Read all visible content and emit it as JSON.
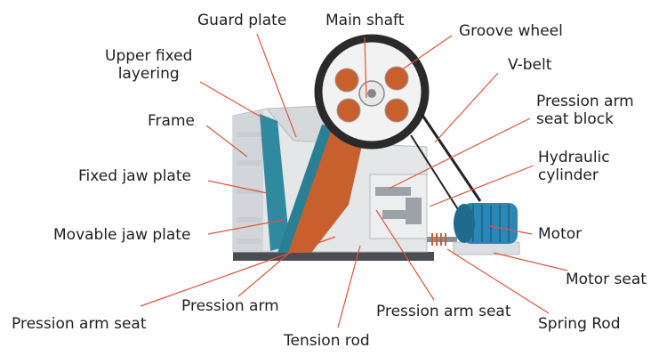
{
  "diagram": {
    "labels": {
      "guard_plate": "Guard plate",
      "main_shaft": "Main shaft",
      "groove_wheel": "Groove wheel",
      "upper_fixed_layering": "Upper fixed\nlayering",
      "v_belt": "V-belt",
      "pression_arm_seat_block": "Pression arm\nseat block",
      "frame": "Frame",
      "hydraulic_cylinder": "Hydraulic\ncylinder",
      "fixed_jaw_plate": "Fixed jaw plate",
      "movable_jaw_plate": "Movable jaw plate",
      "motor": "Motor",
      "motor_seat": "Motor seat",
      "pression_arm": "Pression arm",
      "pression_arm_seat_right": "Pression arm seat",
      "pression_arm_seat_left": "Pression arm seat",
      "spring_rod": "Spring Rod",
      "tension_rod": "Tension rod"
    },
    "colors": {
      "leader_line": "#d9573b",
      "frame": "#e4e6e8",
      "frame_shade": "#c9ccd0",
      "jaw_plate": "#2f8aa0",
      "movable_jaw": "#c8602e",
      "wheel": "#f2f2f2",
      "wheel_rim": "#2a2a2a",
      "motor": "#2b87b5",
      "belt": "#222222"
    }
  }
}
